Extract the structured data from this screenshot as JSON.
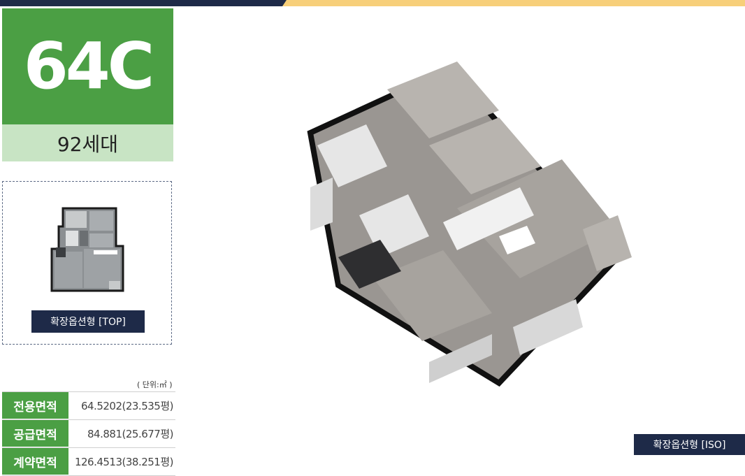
{
  "unit": {
    "type_label": "64C",
    "households": "92세대"
  },
  "top_view": {
    "tag_label": "확장옵션형 [TOP]"
  },
  "iso_view": {
    "tag_label": "확장옵션형 [ISO]"
  },
  "area": {
    "unit_note": "( 단위:㎡ )",
    "rows": [
      {
        "label": "전용면적",
        "value": "64.5202(23.535평)"
      },
      {
        "label": "공급면적",
        "value": "84.881(25.677평)"
      },
      {
        "label": "계약면적",
        "value": "126.4513(38.251평)"
      }
    ]
  },
  "colors": {
    "brand_green": "#4b9f44",
    "light_green": "#c8e4c4",
    "navy": "#1e2a48",
    "gold": "#f7cf7a"
  }
}
